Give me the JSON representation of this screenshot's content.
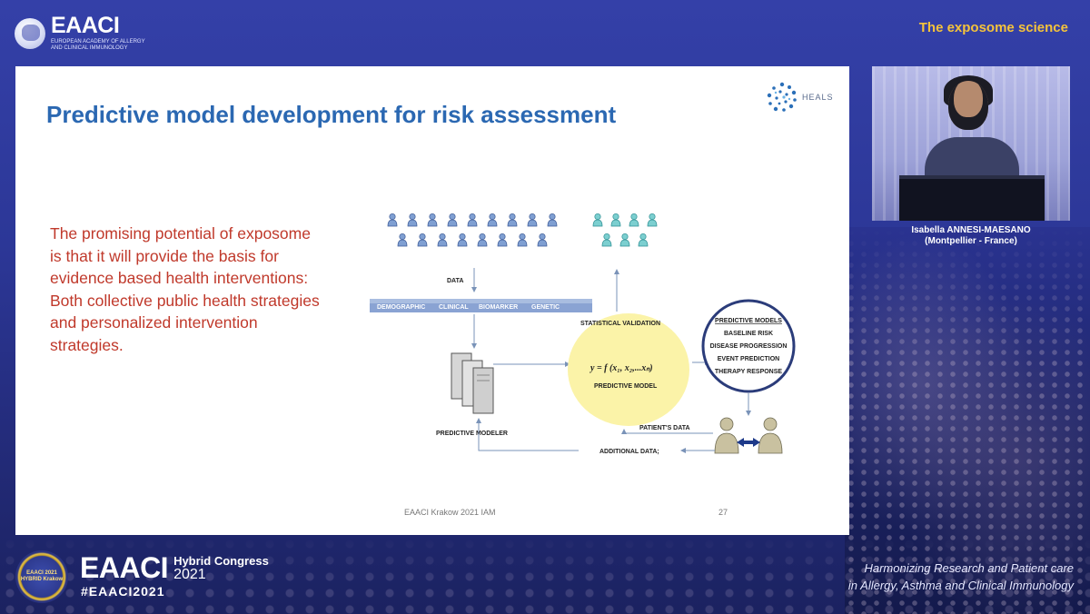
{
  "header": {
    "logo_text": "EAACI",
    "logo_sub": "EUROPEAN ACADEMY OF ALLERGY AND CLINICAL IMMUNOLOGY",
    "topic": "The exposome science"
  },
  "slide": {
    "title": "Predictive model development for risk assessment",
    "heals_logo": "HEALS",
    "body": "The promising potential of exposome is that it will provide the basis for evidence based health interventions: Both collective public health strategies and personalized intervention strategies.",
    "footer": "EAACI Krakow 2021 IAM",
    "page_number": "27",
    "diagram": {
      "data_label": "DATA",
      "categories": [
        "DEMOGRAPHIC",
        "CLINICAL",
        "BIOMARKER",
        "GENETIC"
      ],
      "statistical_validation": "STATISTICAL VALIDATION",
      "formula": "y = f (x₁, x₂,...xₙ)",
      "predictive_model": "PREDICTIVE MODEL",
      "predictive_modeler": "PREDICTIVE MODELER",
      "models_title": "PREDICTIVE MODELS",
      "models_items": [
        "BASELINE RISK",
        "DISEASE PROGRESSION",
        "EVENT PREDICTION",
        "THERAPY RESPONSE"
      ],
      "patients_data": "PATIENT'S DATA",
      "additional_data": "ADDITIONAL DATA;"
    }
  },
  "speaker": {
    "name": "Isabella ANNESI-MAESANO",
    "location": "(Montpellier - France)"
  },
  "footer": {
    "badge": "EAACI 2021 HYBRID Krakow",
    "logo_text": "EAACI",
    "hybrid": "Hybrid Congress",
    "year": "2021",
    "hashtag": "#EAACI2021",
    "tagline_1": "Harmonizing Research and Patient care",
    "tagline_2": "in Allergy, Asthma and Clinical Immunology"
  },
  "colors": {
    "background": "#2c3797",
    "accent_yellow": "#f5c33b",
    "slide_title": "#2b68b2",
    "body_text": "#c0392b"
  }
}
